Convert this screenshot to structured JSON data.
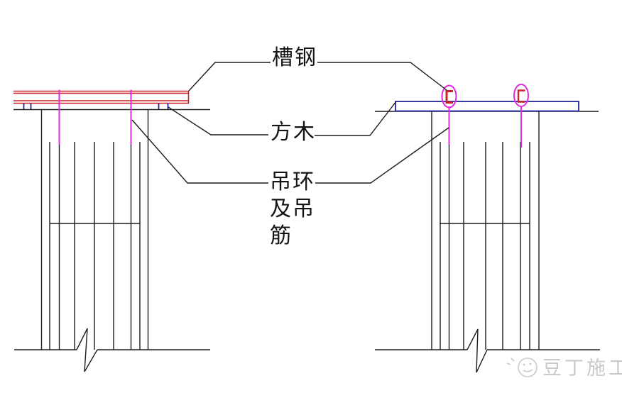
{
  "page": {
    "background": "#ffffff"
  },
  "diagram": {
    "labels": {
      "channel_steel": "槽钢",
      "square_timber": "方木",
      "lifting": [
        "吊环",
        "及吊",
        "筋"
      ]
    },
    "watermark": "豆丁施工",
    "colors": {
      "channel_red": "#cc2128",
      "hanger_magenta": "#e02ce0",
      "timber_blue": "#25259c",
      "line_black": "#1c1c1c",
      "watermark_gray": "#c9c9c9"
    }
  }
}
